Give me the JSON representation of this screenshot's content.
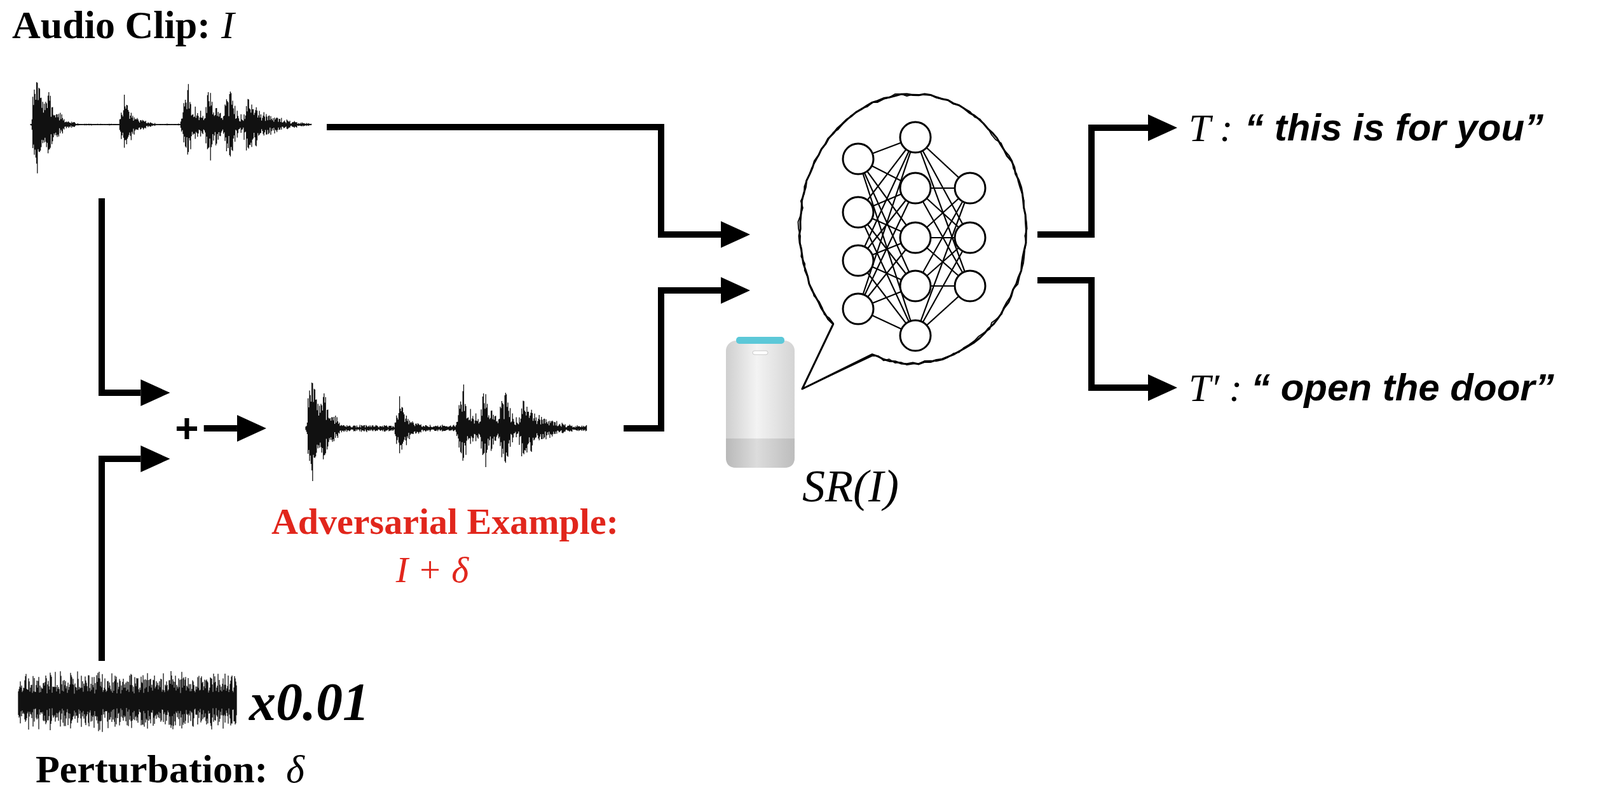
{
  "diagram": {
    "nodes": [
      {
        "text": [
          "Audio Clip:",
          "I"
        ]
      },
      {
        "text": [
          "+"
        ]
      },
      {
        "text": [
          "Adversarial Example:",
          "I + δ"
        ]
      },
      {
        "text": [
          "x0.01",
          "Perturbation:",
          "δ"
        ]
      },
      {
        "text": [
          "SR(I)"
        ]
      },
      {
        "text": [
          "T :",
          "“ this is for you”"
        ]
      },
      {
        "text": [
          "T′ :",
          "“ open the door”"
        ]
      }
    ],
    "edges": [
      {
        "from": 0,
        "to": 4,
        "arrow": "to"
      },
      {
        "from": 0,
        "to": 1,
        "arrow": "to"
      },
      {
        "from": 3,
        "to": 1,
        "arrow": "to"
      },
      {
        "from": 1,
        "to": 2,
        "arrow": "to"
      },
      {
        "from": 2,
        "to": 4,
        "arrow": "to"
      },
      {
        "from": 4,
        "to": 5,
        "arrow": "to"
      },
      {
        "from": 4,
        "to": 6,
        "arrow": "to"
      }
    ]
  }
}
